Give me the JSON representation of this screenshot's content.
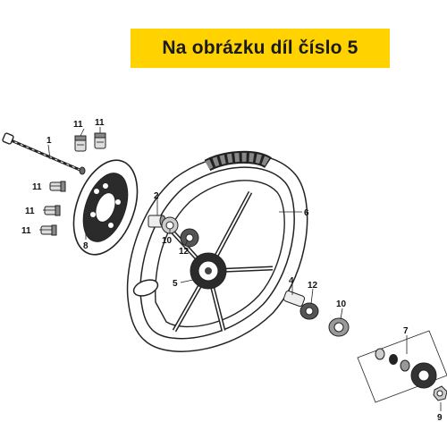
{
  "banner": {
    "text": "Na obrázku díl číslo 5",
    "background": "#ffd200"
  },
  "callouts": [
    {
      "id": "c1",
      "text": "1"
    },
    {
      "id": "c11a",
      "text": "11"
    },
    {
      "id": "c11b",
      "text": "11"
    },
    {
      "id": "c11c",
      "text": "11"
    },
    {
      "id": "c11d",
      "text": "11"
    },
    {
      "id": "c11e",
      "text": "11"
    },
    {
      "id": "c8",
      "text": "8"
    },
    {
      "id": "c2",
      "text": "2"
    },
    {
      "id": "c10a",
      "text": "10"
    },
    {
      "id": "c12a",
      "text": "12"
    },
    {
      "id": "c5",
      "text": "5"
    },
    {
      "id": "c6",
      "text": "6"
    },
    {
      "id": "c4",
      "text": "4"
    },
    {
      "id": "c12b",
      "text": "12"
    },
    {
      "id": "c10b",
      "text": "10"
    },
    {
      "id": "c7",
      "text": "7"
    },
    {
      "id": "c9",
      "text": "9"
    }
  ]
}
